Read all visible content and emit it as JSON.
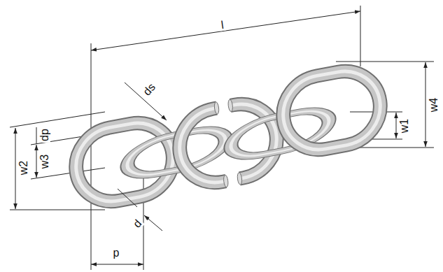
{
  "diagram": {
    "labels": [
      "l",
      "ds",
      "dp",
      "w3",
      "w2",
      "d",
      "p",
      "w1",
      "w4"
    ]
  }
}
